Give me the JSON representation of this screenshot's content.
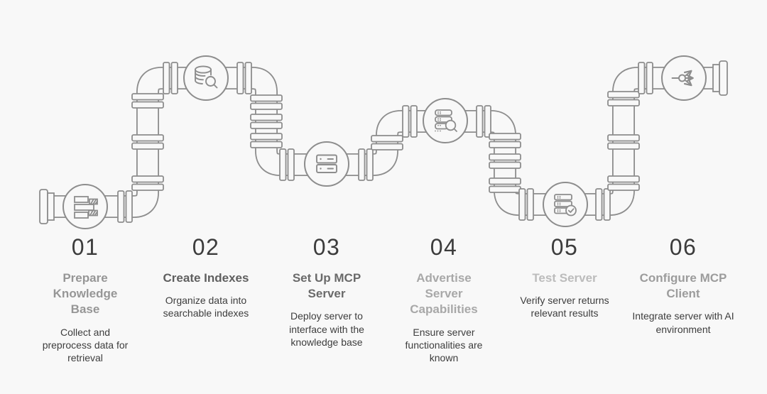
{
  "diagram": {
    "kind": "pipeline-process-flow",
    "background_color": "#f8f8f8",
    "pipe_color": "#8d8d8d",
    "number_color": "#3c3c3c",
    "description_color": "#3d3d3d",
    "steps": [
      {
        "number": "01",
        "title": "Prepare Knowledge Base",
        "description": "Collect and preprocess data for retrieval",
        "icon": "data-rows-icon",
        "title_color": "#969696"
      },
      {
        "number": "02",
        "title": "Create Indexes",
        "description": "Organize data into searchable indexes",
        "icon": "database-search-icon",
        "title_color": "#5f5f5f"
      },
      {
        "number": "03",
        "title": "Set Up MCP Server",
        "description": "Deploy server to interface with the knowledge base",
        "icon": "server-icon",
        "title_color": "#6a6a6a"
      },
      {
        "number": "04",
        "title": "Advertise Server Capabilities",
        "description": "Ensure server functionalities are known",
        "icon": "server-search-icon",
        "title_color": "#a8a8a8"
      },
      {
        "number": "05",
        "title": "Test Server",
        "description": "Verify server returns relevant results",
        "icon": "server-check-icon",
        "title_color": "#bcbcbc"
      },
      {
        "number": "06",
        "title": "Configure MCP Client",
        "description": "Integrate server with AI environment",
        "icon": "share-icon",
        "title_color": "#9c9c9c"
      }
    ]
  }
}
